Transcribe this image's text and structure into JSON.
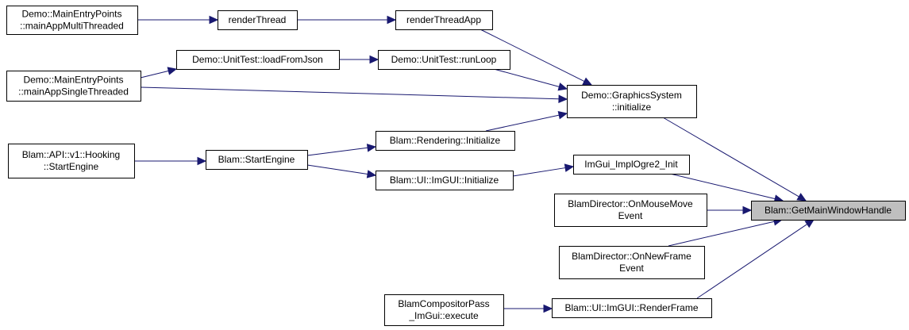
{
  "diagram": {
    "nodes": [
      {
        "id": "mainAppMultiThreaded",
        "lines": [
          "Demo::MainEntryPoints",
          "::mainAppMultiThreaded"
        ]
      },
      {
        "id": "renderThread",
        "lines": [
          "renderThread"
        ]
      },
      {
        "id": "renderThreadApp",
        "lines": [
          "renderThreadApp"
        ]
      },
      {
        "id": "loadFromJson",
        "lines": [
          "Demo::UnitTest::loadFromJson"
        ]
      },
      {
        "id": "runLoop",
        "lines": [
          "Demo::UnitTest::runLoop"
        ]
      },
      {
        "id": "mainAppSingleThreaded",
        "lines": [
          "Demo::MainEntryPoints",
          "::mainAppSingleThreaded"
        ]
      },
      {
        "id": "graphicsInitialize",
        "lines": [
          "Demo::GraphicsSystem",
          "::initialize"
        ]
      },
      {
        "id": "renderingInitialize",
        "lines": [
          "Blam::Rendering::Initialize"
        ]
      },
      {
        "id": "hookingStartEngine",
        "lines": [
          "Blam::API::v1::Hooking",
          "::StartEngine"
        ]
      },
      {
        "id": "startEngine",
        "lines": [
          "Blam::StartEngine"
        ]
      },
      {
        "id": "imguiImplOgre2Init",
        "lines": [
          "ImGui_ImplOgre2_Init"
        ]
      },
      {
        "id": "uiImguiInitialize",
        "lines": [
          "Blam::UI::ImGUI::Initialize"
        ]
      },
      {
        "id": "onMouseMoveEvent",
        "lines": [
          "BlamDirector::OnMouseMove",
          "Event"
        ]
      },
      {
        "id": "getMainWindowHandle",
        "lines": [
          "Blam::GetMainWindowHandle"
        ],
        "highlight": true
      },
      {
        "id": "onNewFrameEvent",
        "lines": [
          "BlamDirector::OnNewFrame",
          "Event"
        ]
      },
      {
        "id": "compositorPassExecute",
        "lines": [
          "BlamCompositorPass",
          "_ImGui::execute"
        ]
      },
      {
        "id": "uiImguiRenderFrame",
        "lines": [
          "Blam::UI::ImGUI::RenderFrame"
        ]
      }
    ],
    "edges": [
      {
        "from": "mainAppMultiThreaded",
        "to": "renderThread"
      },
      {
        "from": "renderThread",
        "to": "renderThreadApp"
      },
      {
        "from": "renderThreadApp",
        "to": "graphicsInitialize"
      },
      {
        "from": "mainAppSingleThreaded",
        "to": "loadFromJson"
      },
      {
        "from": "loadFromJson",
        "to": "runLoop"
      },
      {
        "from": "runLoop",
        "to": "graphicsInitialize"
      },
      {
        "from": "mainAppSingleThreaded",
        "to": "graphicsInitialize"
      },
      {
        "from": "renderingInitialize",
        "to": "graphicsInitialize"
      },
      {
        "from": "hookingStartEngine",
        "to": "startEngine"
      },
      {
        "from": "startEngine",
        "to": "renderingInitialize"
      },
      {
        "from": "startEngine",
        "to": "uiImguiInitialize"
      },
      {
        "from": "uiImguiInitialize",
        "to": "imguiImplOgre2Init"
      },
      {
        "from": "graphicsInitialize",
        "to": "getMainWindowHandle"
      },
      {
        "from": "imguiImplOgre2Init",
        "to": "getMainWindowHandle"
      },
      {
        "from": "onMouseMoveEvent",
        "to": "getMainWindowHandle"
      },
      {
        "from": "onNewFrameEvent",
        "to": "getMainWindowHandle"
      },
      {
        "from": "uiImguiRenderFrame",
        "to": "getMainWindowHandle"
      },
      {
        "from": "compositorPassExecute",
        "to": "uiImguiRenderFrame"
      }
    ]
  }
}
